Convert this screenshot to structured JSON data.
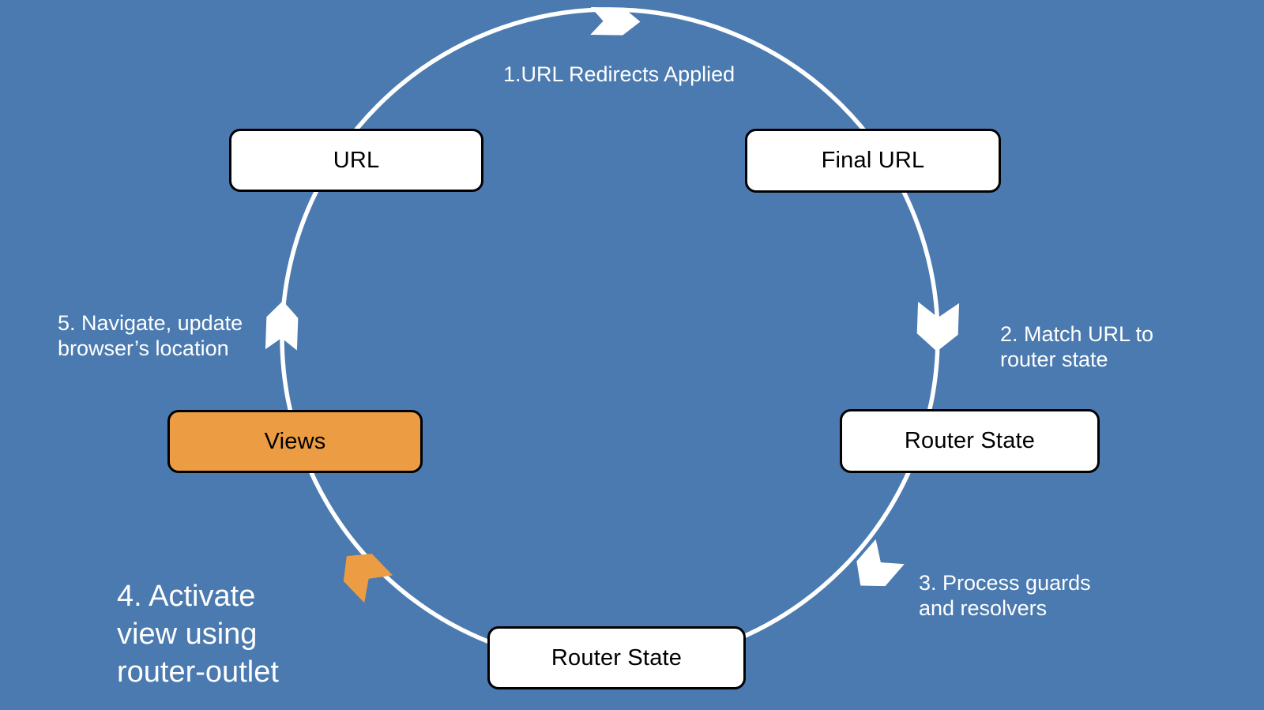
{
  "colors": {
    "background": "#4a7aaf",
    "accent_orange": "#ec9c42",
    "circle": "#ffffff",
    "node_fill": "#ffffff",
    "node_border": "#000000",
    "node_text": "#000000",
    "step_text": "#ffffff"
  },
  "nodes": [
    {
      "id": "url",
      "label": "URL",
      "highlighted": false
    },
    {
      "id": "final-url",
      "label": "Final URL",
      "highlighted": false
    },
    {
      "id": "router-state-right",
      "label": "Router State",
      "highlighted": false
    },
    {
      "id": "router-state-bottom",
      "label": "Router State",
      "highlighted": false
    },
    {
      "id": "views",
      "label": "Views",
      "highlighted": true
    }
  ],
  "steps": [
    {
      "label": "1.URL Redirects Applied"
    },
    {
      "label": "2. Match URL to\nrouter state"
    },
    {
      "label": "3. Process guards\nand resolvers"
    },
    {
      "label": "4. Activate\nview using\nrouter-outlet"
    },
    {
      "label": "5. Navigate, update\nbrowser’s location"
    }
  ],
  "arrows": [
    {
      "name": "flow-arrow-top",
      "color": "#ffffff"
    },
    {
      "name": "flow-arrow-right",
      "color": "#ffffff"
    },
    {
      "name": "flow-arrow-bottom-right",
      "color": "#ffffff"
    },
    {
      "name": "flow-arrow-bottom-left",
      "color": "#ec9c42"
    },
    {
      "name": "flow-arrow-left",
      "color": "#ffffff"
    }
  ]
}
